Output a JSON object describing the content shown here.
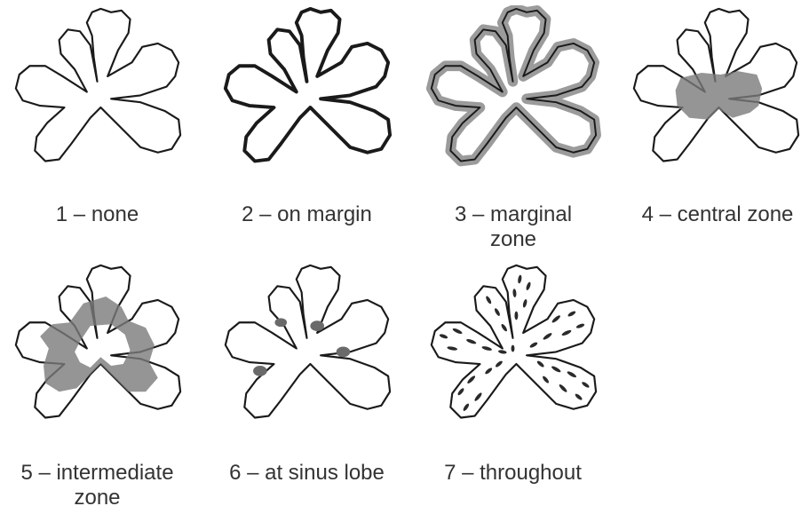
{
  "figure": {
    "colors": {
      "outline": "#1a1a1a",
      "zone": "#7a7a7a",
      "background": "#ffffff",
      "caption": "#333333"
    },
    "items": [
      {
        "number": "1",
        "caption_line1": "1 – none",
        "caption_line2": "",
        "pattern": "none"
      },
      {
        "number": "2",
        "caption_line1": "2 – on margin",
        "caption_line2": "",
        "pattern": "margin-line"
      },
      {
        "number": "3",
        "caption_line1": "3 – marginal",
        "caption_line2": "zone",
        "pattern": "marginal-zone"
      },
      {
        "number": "4",
        "caption_line1": "4 – central zone",
        "caption_line2": "",
        "pattern": "central-zone"
      },
      {
        "number": "5",
        "caption_line1": "5 – intermediate",
        "caption_line2": "zone",
        "pattern": "intermediate-zone"
      },
      {
        "number": "6",
        "caption_line1": "6 – at sinus lobe",
        "caption_line2": "",
        "pattern": "sinus-spots"
      },
      {
        "number": "7",
        "caption_line1": "7 – throughout",
        "caption_line2": "",
        "pattern": "streaks-throughout"
      }
    ]
  }
}
